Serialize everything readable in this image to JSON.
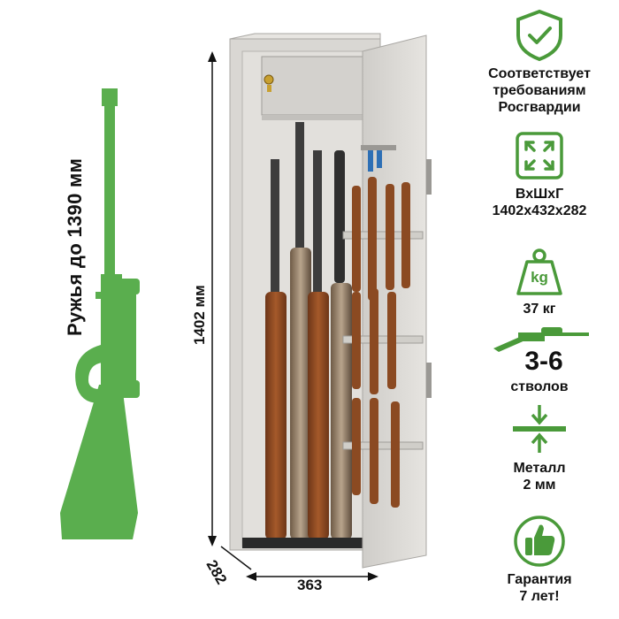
{
  "left_label": "Ружья до 1390 мм",
  "dimensions": {
    "height": "1402 мм",
    "width": "363",
    "depth": "282"
  },
  "features": [
    {
      "icon": "shield-check-icon",
      "text": "Соответствует\nтребованиям\nРосгвардии"
    },
    {
      "icon": "expand-arrows-icon",
      "text": "ВхШхГ\n1402х432х282"
    },
    {
      "icon": "weight-kg-icon",
      "icon_text": "kg",
      "text": "37 кг"
    },
    {
      "icon": "rifle-icon",
      "big": "3-6",
      "text": "стволов"
    },
    {
      "icon": "thickness-arrows-icon",
      "text": "Металл\n2 мм"
    },
    {
      "icon": "thumbs-up-icon",
      "text": "Гарантия\n7 лет!"
    }
  ],
  "colors": {
    "accent_green": "#4a9a3a",
    "rifle_green": "#5aae4e",
    "safe_body": "#d9d7d3",
    "wood": "#8b4a22"
  }
}
